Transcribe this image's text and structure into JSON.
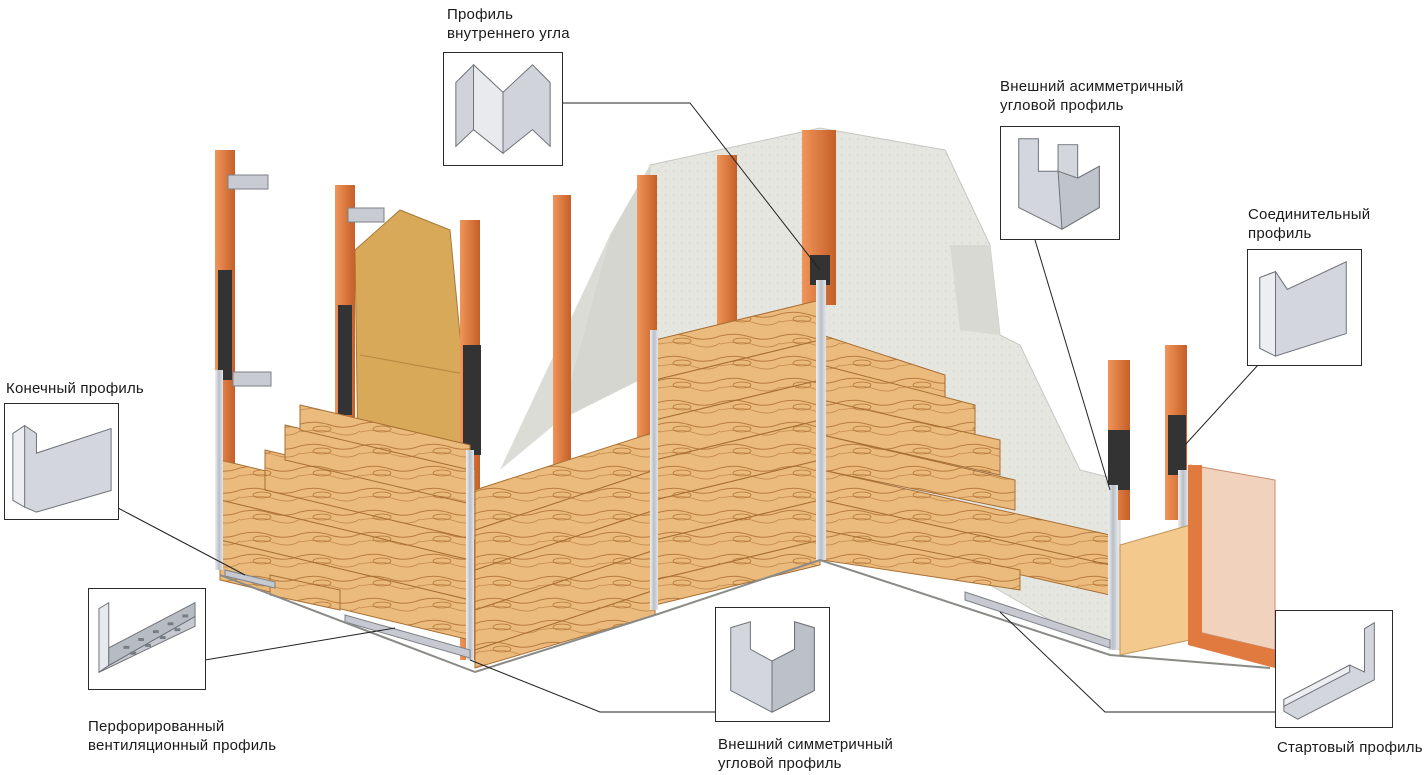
{
  "labels": {
    "inner_corner": {
      "line1": "Профиль",
      "line2": "внутреннего угла"
    },
    "outer_asym": {
      "line1": "Внешний асимметричный",
      "line2": "угловой профиль"
    },
    "connector": {
      "line1": "Соединительный",
      "line2": "профиль"
    },
    "end_profile": {
      "line1": "Конечный профиль"
    },
    "perforated": {
      "line1": "Перфорированный",
      "line2": "вентиляционный профиль"
    },
    "outer_sym": {
      "line1": "Внешний симметричный",
      "line2": "угловой профиль"
    },
    "starter": {
      "line1": "Стартовый профиль"
    }
  },
  "icons": {
    "inner_corner": "inner-corner-profile-icon",
    "outer_asym": "asymmetric-outer-corner-profile-icon",
    "connector": "connector-profile-icon",
    "end_profile": "end-profile-icon",
    "perforated": "perforated-ventilation-profile-icon",
    "outer_sym": "symmetric-outer-corner-profile-icon",
    "starter": "starter-profile-icon"
  },
  "colors": {
    "siding_wood": "#e8b574",
    "wood_grain": "#b9793c",
    "batten_orange": "#e07a3e",
    "concrete": "#e4e4df",
    "osb": "#d9a95a",
    "metal_profile": "#c9cdd3",
    "seal_black": "#333333"
  }
}
